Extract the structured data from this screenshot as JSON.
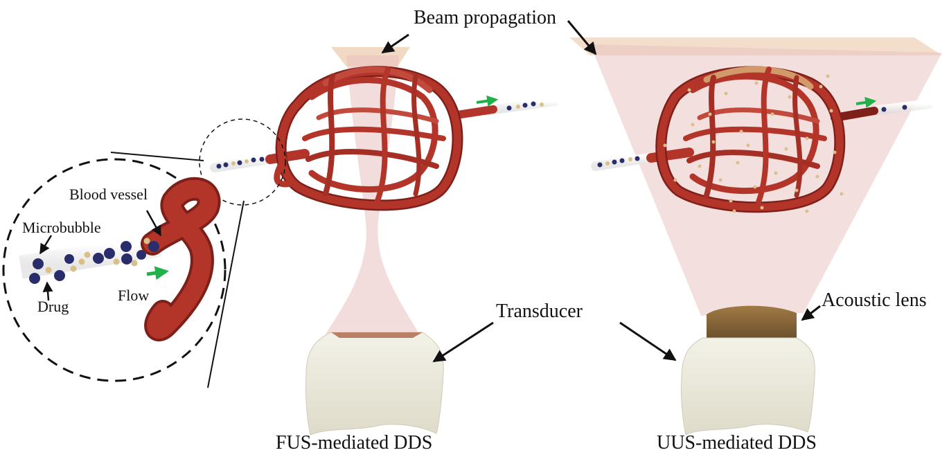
{
  "labels": {
    "beam_propagation": "Beam propagation",
    "transducer": "Transducer",
    "acoustic_lens": "Acoustic lens",
    "blood_vessel": "Blood vessel",
    "microbubble": "Microbubble",
    "drug": "Drug",
    "flow": "Flow",
    "fus_caption": "FUS-mediated DDS",
    "uus_caption": "UUS-mediated DDS"
  },
  "colors": {
    "vessel": "#b3352a",
    "vessel_dark": "#7e2019",
    "beam": "#e9bfc0",
    "beam_top": "#efd6bd",
    "transducer_body": "#ebe9dc",
    "transducer_face": "#b98065",
    "lens": "#8a6a3c",
    "microbubble": "#2a2d6b",
    "drug": "#d9c08a",
    "flow_arrow": "#22b04b"
  }
}
